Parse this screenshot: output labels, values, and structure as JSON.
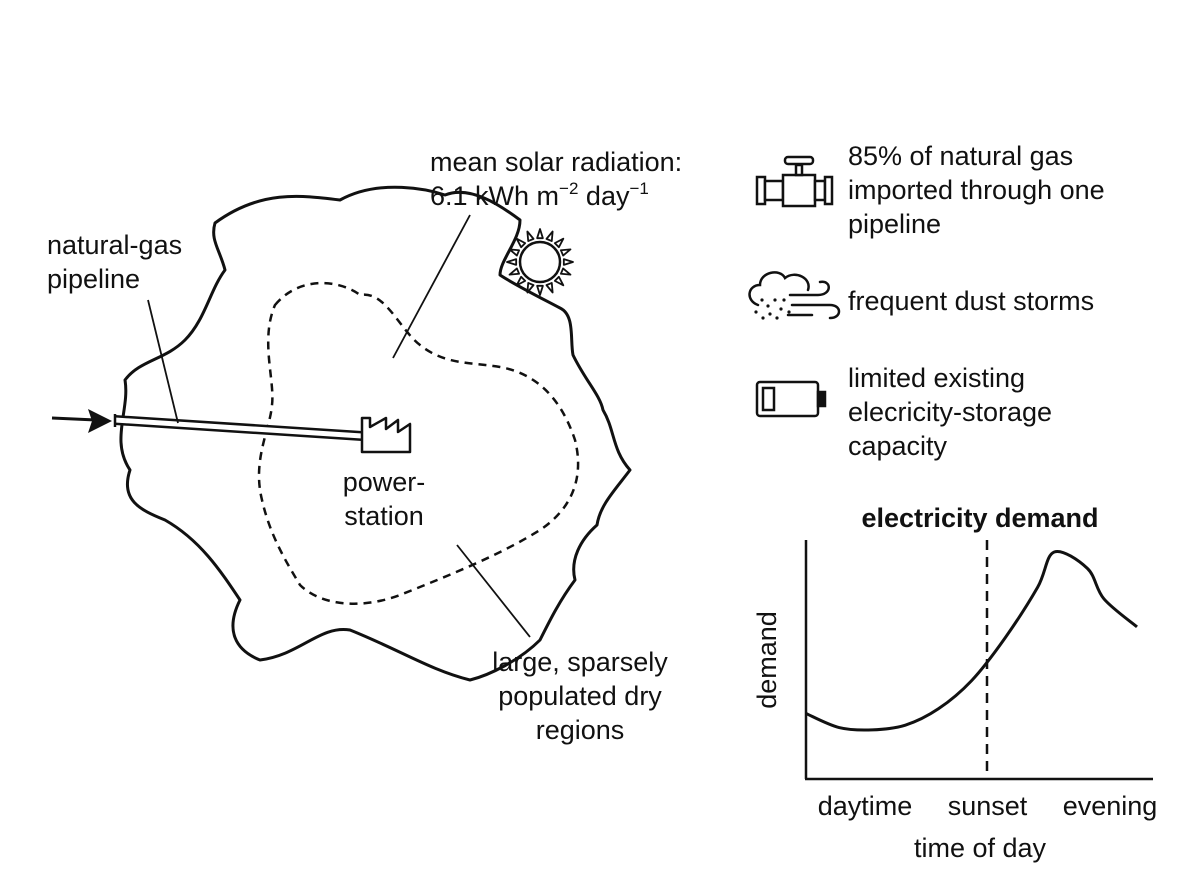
{
  "map": {
    "pipeline_label": [
      "natural-gas",
      "pipeline"
    ],
    "station_label": [
      "power-",
      "station"
    ],
    "solar_label": {
      "line1": "mean solar radiation:",
      "line2_pre": "6.1 kWh m",
      "exp1": "−2",
      "line2_mid": " day",
      "exp2": "−1"
    },
    "dry_label": [
      "large, sparsely",
      "populated dry",
      "regions"
    ]
  },
  "facts": [
    {
      "icon": "pipeline-valve-icon",
      "lines": [
        "85% of natural gas",
        "imported through one",
        "pipeline"
      ]
    },
    {
      "icon": "dust-storm-icon",
      "lines": [
        "frequent dust storms"
      ]
    },
    {
      "icon": "battery-low-icon",
      "lines": [
        "limited existing",
        "elecricity-storage",
        "capacity"
      ]
    }
  ],
  "chart_data": {
    "type": "line",
    "title": "electricity demand",
    "xlabel": "time of day",
    "ylabel": "demand",
    "x_tick_labels": [
      "daytime",
      "sunset",
      "evening"
    ],
    "marker": {
      "at": "sunset",
      "style": "dashed"
    },
    "grid": false,
    "series": [
      {
        "x": [
          0,
          0.1,
          0.2,
          0.3,
          0.4,
          0.5,
          0.6,
          0.7,
          0.75,
          0.85,
          0.9,
          1.0
        ],
        "y": [
          0.28,
          0.22,
          0.21,
          0.23,
          0.3,
          0.42,
          0.6,
          0.82,
          0.97,
          0.9,
          0.77,
          0.65
        ]
      }
    ]
  }
}
